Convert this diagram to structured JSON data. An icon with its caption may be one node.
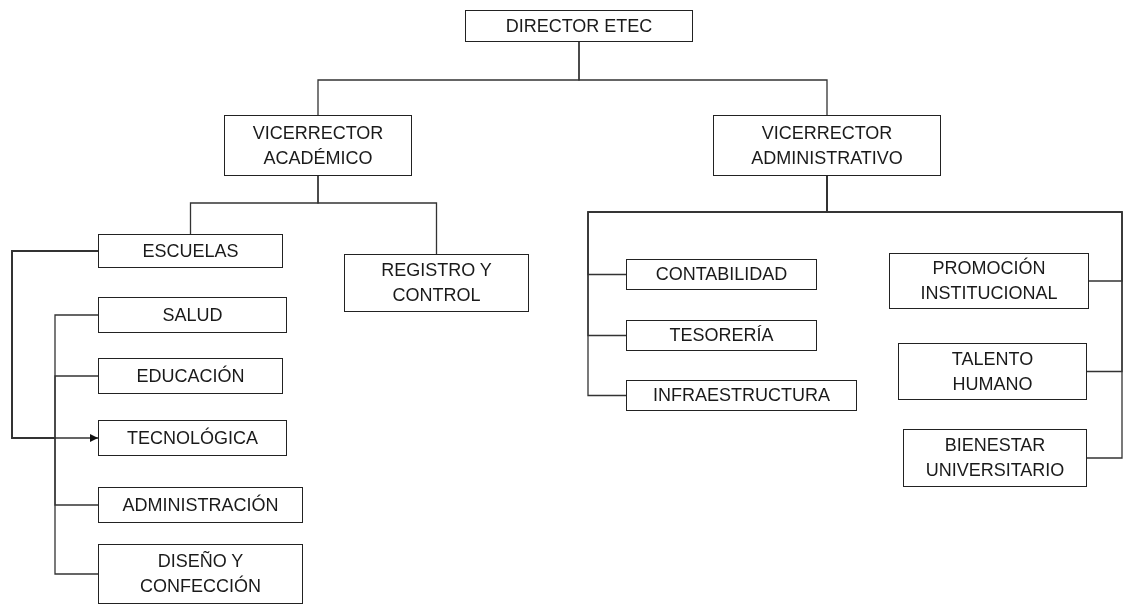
{
  "diagram": {
    "nodes": [
      {
        "text": [
          "DIRECTOR ETEC"
        ]
      },
      {
        "text": [
          "VICERRECTOR ACADÉMICO"
        ]
      },
      {
        "text": [
          "VICERRECTOR ADMINISTRATIVO"
        ]
      },
      {
        "text": [
          "ESCUELAS"
        ]
      },
      {
        "text": [
          "REGISTRO Y CONTROL"
        ]
      },
      {
        "text": [
          "SALUD"
        ]
      },
      {
        "text": [
          "EDUCACIÓN"
        ]
      },
      {
        "text": [
          "TECNOLÓGICA"
        ]
      },
      {
        "text": [
          "ADMINISTRACIÓN"
        ]
      },
      {
        "text": [
          "DISEÑO Y CONFECCIÓN"
        ]
      },
      {
        "text": [
          "CONTABILIDAD"
        ]
      },
      {
        "text": [
          "TESORERÍA"
        ]
      },
      {
        "text": [
          "INFRAESTRUCTURA"
        ]
      },
      {
        "text": [
          "PROMOCIÓN INSTITUCIONAL"
        ]
      },
      {
        "text": [
          "TALENTO HUMANO"
        ]
      },
      {
        "text": [
          "BIENESTAR UNIVERSITARIO"
        ]
      }
    ],
    "edges": [
      {
        "from": 0,
        "to": 1,
        "arrow": "none"
      },
      {
        "from": 0,
        "to": 2,
        "arrow": "none"
      },
      {
        "from": 1,
        "to": 3,
        "arrow": "none"
      },
      {
        "from": 1,
        "to": 4,
        "arrow": "none"
      },
      {
        "from": 3,
        "to": 5,
        "arrow": "none"
      },
      {
        "from": 3,
        "to": 6,
        "arrow": "none"
      },
      {
        "from": 3,
        "to": 7,
        "arrow": "to"
      },
      {
        "from": 3,
        "to": 8,
        "arrow": "none"
      },
      {
        "from": 3,
        "to": 9,
        "arrow": "none"
      },
      {
        "from": 2,
        "to": 10,
        "arrow": "none"
      },
      {
        "from": 2,
        "to": 11,
        "arrow": "none"
      },
      {
        "from": 2,
        "to": 12,
        "arrow": "none"
      },
      {
        "from": 2,
        "to": 13,
        "arrow": "none"
      },
      {
        "from": 2,
        "to": 14,
        "arrow": "none"
      },
      {
        "from": 2,
        "to": 15,
        "arrow": "none"
      }
    ]
  }
}
